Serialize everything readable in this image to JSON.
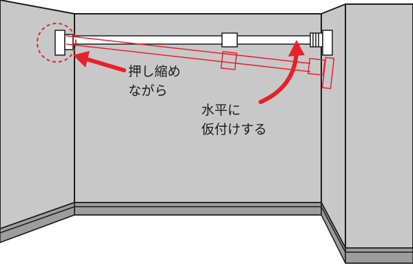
{
  "annotations": {
    "compress_line1": "押し縮め",
    "compress_line2": "ながら",
    "level_line1": "水平に",
    "level_line2": "仮付けする"
  },
  "colors": {
    "wall": "#c8c8c9",
    "outline": "#1a1a1a",
    "accent_red": "#e8202a",
    "rod": "#ffffff",
    "baseboard": "#9d9d9e"
  },
  "icons": {
    "compress_arrow": "arrow-left-icon",
    "level_arrow": "curved-arrow-up-icon",
    "focus_marker": "dashed-circle-icon"
  }
}
